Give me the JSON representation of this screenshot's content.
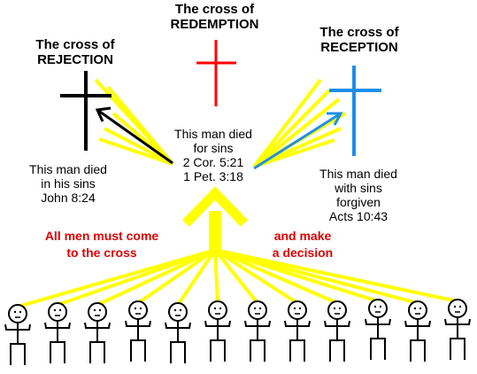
{
  "crosses": {
    "rejection": {
      "title_line1": "The cross of",
      "title_line2": "REJECTION",
      "body": [
        "This man died",
        "in his sins",
        "John 8:24"
      ],
      "color": "#000000"
    },
    "redemption": {
      "title_line1": "The cross of",
      "title_line2": "REDEMPTION",
      "body": [
        "This man died",
        "for sins",
        "2 Cor. 5:21",
        "1 Pet. 3:18"
      ],
      "color": "#ff0000"
    },
    "reception": {
      "title_line1": "The cross of",
      "title_line2": "RECEPTION",
      "body": [
        "This man died",
        "with sins",
        "forgiven",
        "Acts 10:43"
      ],
      "color": "#1e8fe8"
    }
  },
  "messages": {
    "left": [
      "All men must come",
      "to the cross"
    ],
    "right": [
      "and make",
      "a decision"
    ]
  },
  "colors": {
    "rays": "#ffff00",
    "arrow_to_rejection": "#000000",
    "arrow_to_reception": "#1e8fe8",
    "message_text": "#e00000"
  },
  "people_count": 12
}
